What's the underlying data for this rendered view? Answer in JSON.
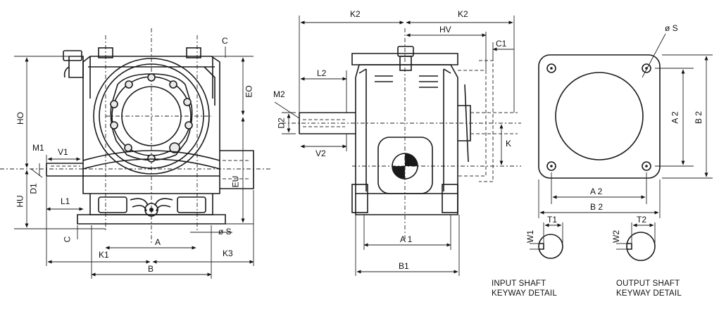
{
  "dimensions": {
    "front": {
      "C_top": "C",
      "EO": "EO",
      "HO": "HO",
      "M1": "M1",
      "V1": "V1",
      "D1": "D1",
      "HU": "HU",
      "L1": "L1",
      "C_bottom": "C",
      "EU": "EU",
      "S": "ø S",
      "A": "A",
      "K1": "K1",
      "K3": "K3",
      "B": "B"
    },
    "side": {
      "K2_left": "K2",
      "K2_right": "K2",
      "HV": "HV",
      "C1": "C1",
      "L2": "L2",
      "M2": "M2",
      "D2": "D2",
      "V2": "V2",
      "K": "K",
      "A1": "A 1",
      "B1": "B1"
    },
    "flange": {
      "S": "ø S",
      "A2_vertical": "A 2",
      "B2_vertical": "B 2",
      "A2_horizontal": "A 2",
      "B2_horizontal": "B 2"
    },
    "keyway": {
      "T1": "T1",
      "W1": "W1",
      "T2": "T2",
      "W2": "W2"
    }
  },
  "captions": {
    "input_line1": "INPUT SHAFT",
    "input_line2": "KEYWAY DETAIL",
    "output_line1": "OUTPUT SHAFT",
    "output_line2": "KEYWAY DETAIL"
  },
  "icons": [
    "gear-reducer-front-view-icon",
    "gear-reducer-side-view-icon",
    "flange-plate-icon",
    "shaft-keyway-icon"
  ]
}
